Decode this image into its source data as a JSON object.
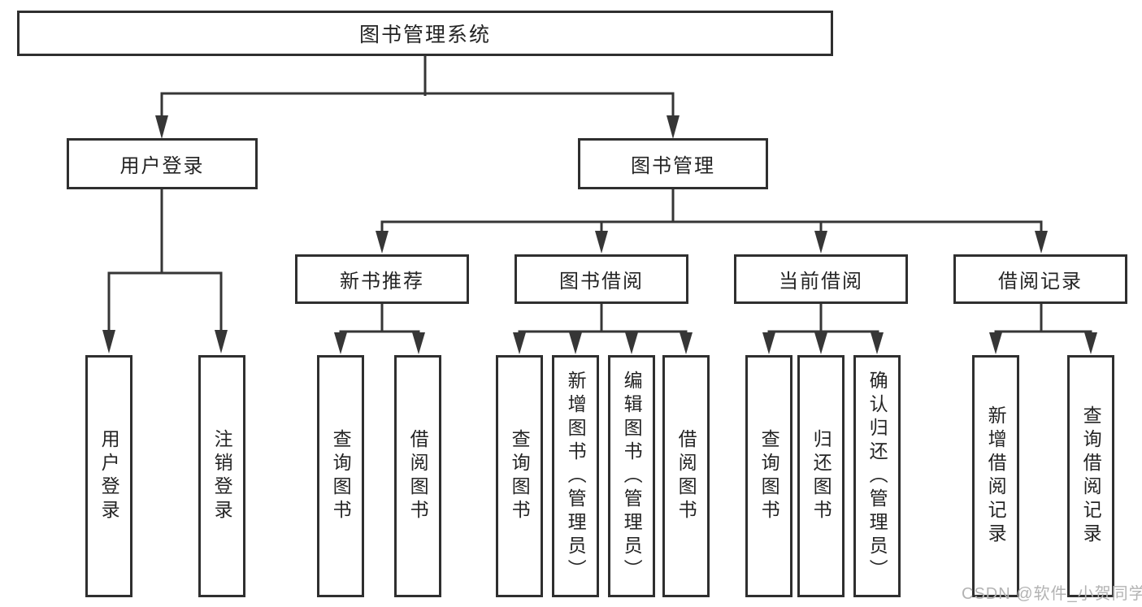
{
  "diagram": {
    "title": "图书管理系统",
    "level1": {
      "user_login": "用户登录",
      "book_mgmt": "图书管理"
    },
    "level2": {
      "new_book": "新书推荐",
      "book_borrow": "图书借阅",
      "current_borrow": "当前借阅",
      "borrow_record": "借阅记录"
    },
    "leaves": {
      "user_login_1": "用户登录",
      "user_login_2": "注销登录",
      "new_book_1": "查询图书",
      "new_book_2": "借阅图书",
      "borrow_1": "查询图书",
      "borrow_2": "新增图书（管理员）",
      "borrow_3": "编辑图书（管理员）",
      "borrow_4": "借阅图书",
      "current_1": "查询图书",
      "current_2": "归还图书",
      "current_3": "确认归还（管理员）",
      "record_1": "新增借阅记录",
      "record_2": "查询借阅记录"
    }
  },
  "watermark": {
    "text": "CSDN @软件_小贺同学"
  },
  "colors": {
    "line": "#363636",
    "box_border": "#2f2f2f",
    "text": "#242424",
    "watermark": "#b3b3b3",
    "background": "#ffffff"
  }
}
